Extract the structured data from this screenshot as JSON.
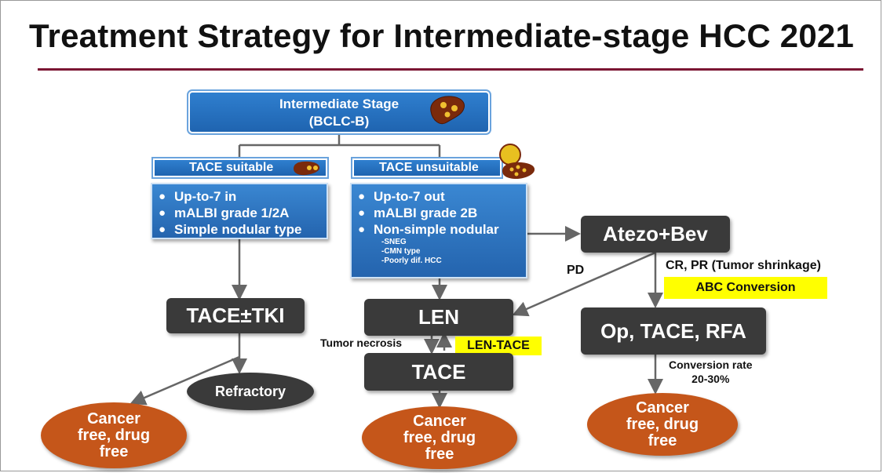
{
  "title": "Treatment Strategy for Intermediate-stage HCC 2021",
  "top_box": {
    "line1": "Intermediate Stage",
    "line2": "(BCLC-B)"
  },
  "left": {
    "header": "TACE suitable",
    "bullets": [
      "Up-to-7 in",
      "mALBI grade 1/2A",
      "Simple nodular type"
    ]
  },
  "middle": {
    "header": "TACE unsuitable",
    "bullets": [
      "Up-to-7 out",
      "mALBI grade 2B",
      "Non-simple nodular"
    ],
    "subitems": [
      "-SNEG",
      "-CMN type",
      "-Poorly dif. HCC"
    ]
  },
  "nodes": {
    "atezo": "Atezo+Bev",
    "tace_tki": "TACE±TKI",
    "len": "LEN",
    "tace": "TACE",
    "op": "Op, TACE, RFA",
    "refractory": "Refractory"
  },
  "outcomes": {
    "left": [
      "Cancer",
      "free, drug",
      "free"
    ],
    "middle": [
      "Cancer",
      "free, drug",
      "free"
    ],
    "right": [
      "Cancer",
      "free, drug",
      "free"
    ]
  },
  "labels": {
    "pd": "PD",
    "cr_pr": "CR, PR (Tumor shrinkage)",
    "abc": "ABC Conversion",
    "len_tace": "LEN-TACE",
    "tumor_necrosis": "Tumor necrosis",
    "conv_rate_1": "Conversion rate",
    "conv_rate_2": "20-30%"
  },
  "colors": {
    "blue": "#1f64b0",
    "dark": "#3a3a3a",
    "orange": "#c5561a",
    "yellow": "#ffff00",
    "rule": "#7b1533",
    "liver": "#7a2a0c"
  }
}
